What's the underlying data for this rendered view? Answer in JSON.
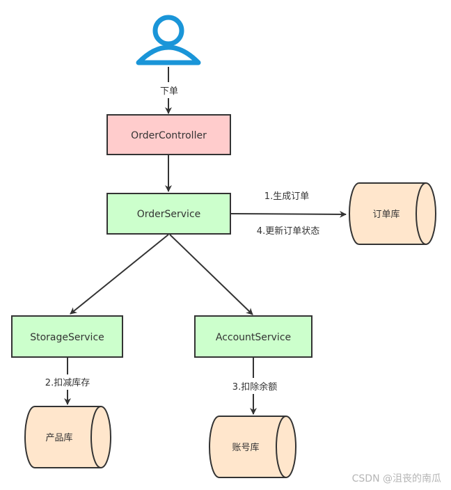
{
  "actor": {
    "icon": "user-icon",
    "color": "#1a95d8"
  },
  "edges": {
    "order": "下单",
    "create_order": "1.生成订单",
    "update_status": "4.更新订单状态",
    "deduct_stock": "2.扣减库存",
    "deduct_balance": "3.扣除余额"
  },
  "nodes": {
    "order_controller": "OrderController",
    "order_service": "OrderService",
    "storage_service": "StorageService",
    "account_service": "AccountService"
  },
  "databases": {
    "order_db": "订单库",
    "product_db": "产品库",
    "account_db": "账号库"
  },
  "colors": {
    "controller_fill": "#ffcccc",
    "service_fill": "#ccffcc",
    "db_fill": "#ffe6cc",
    "stroke": "#333333"
  },
  "watermark": "CSDN @沮丧的南瓜"
}
